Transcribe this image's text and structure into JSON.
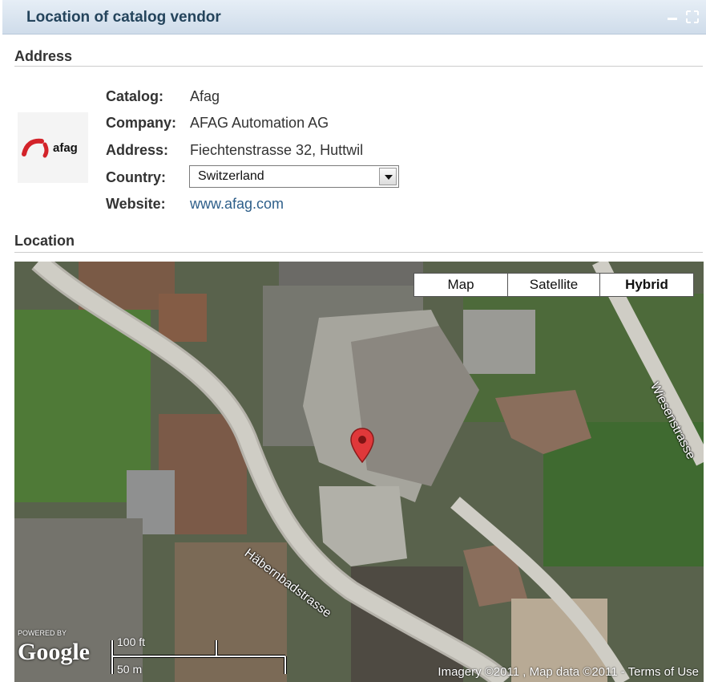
{
  "panel": {
    "title": "Location of catalog vendor",
    "minimize_icon": "minimize-icon",
    "maximize_icon": "maximize-icon"
  },
  "address": {
    "heading": "Address",
    "logo": {
      "brand_text": "afag",
      "icon": "afag-logo-icon"
    },
    "catalog_label": "Catalog:",
    "catalog_value": "Afag",
    "company_label": "Company:",
    "company_value": "AFAG Automation AG",
    "address_label": "Address:",
    "address_value": "Fiechtenstrasse 32, Huttwil",
    "country_label": "Country:",
    "country_value": "Switzerland",
    "website_label": "Website:",
    "website_value": "www.afag.com"
  },
  "location": {
    "heading": "Location",
    "map_types": [
      "Map",
      "Satellite",
      "Hybrid"
    ],
    "selected_map_type": "Hybrid",
    "streets": [
      "Häbernbadstrasse",
      "Wiesenstrasse"
    ],
    "scale_top": "100 ft",
    "scale_bottom": "50 m",
    "powered_by": "POWERED BY",
    "google": "Google",
    "copyright": "Imagery ©2011 , Map data ©2011 - Terms of Use",
    "marker_icon": "map-marker-icon"
  },
  "colors": {
    "title_text": "#24445c",
    "link": "#2e5f8a",
    "marker": "#e0383a"
  }
}
